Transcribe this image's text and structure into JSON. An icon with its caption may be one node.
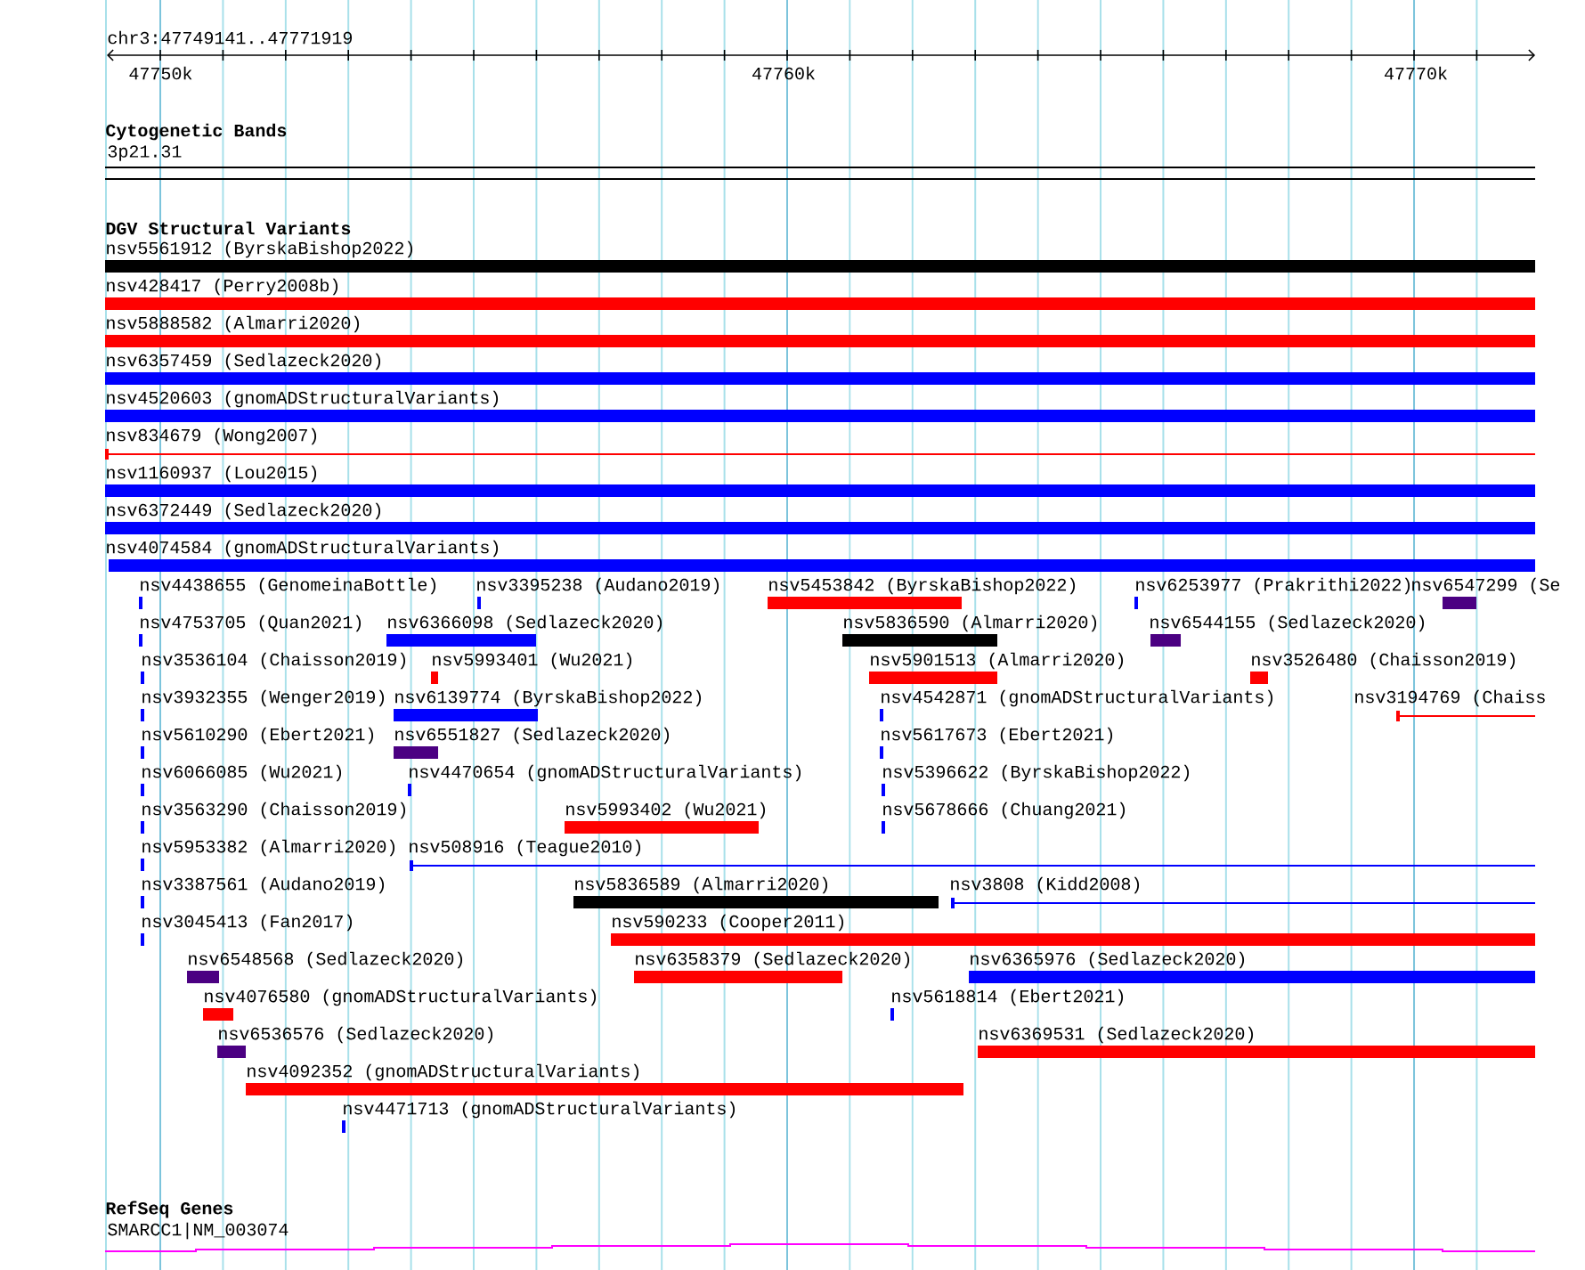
{
  "diagram": {
    "labels": [
      "chr3:47749141..47771919",
      "47750k",
      "47760k",
      "47770k",
      "Cytogenetic Bands",
      "3p21.31",
      "DGV Structural Variants",
      "nsv5561912 (ByrskaBishop2022)",
      "nsv428417 (Perry2008b)",
      "nsv5888582 (Almarri2020)",
      "nsv6357459 (Sedlazeck2020)",
      "nsv4520603 (gnomADStructuralVariants)",
      "nsv834679 (Wong2007)",
      "nsv1160937 (Lou2015)",
      "nsv6372449 (Sedlazeck2020)",
      "nsv4074584 (gnomADStructuralVariants)",
      "nsv4438655 (GenomeinaBottle)",
      "nsv3395238 (Audano2019)",
      "nsv5453842 (ByrskaBishop2022)",
      "nsv6253977 (Prakrithi2022)",
      "nsv6547299 (Se",
      "nsv4753705 (Quan2021)",
      "nsv6366098 (Sedlazeck2020)",
      "nsv5836590 (Almarri2020)",
      "nsv6544155 (Sedlazeck2020)",
      "nsv3536104 (Chaisson2019)",
      "nsv5993401 (Wu2021)",
      "nsv5901513 (Almarri2020)",
      "nsv3526480 (Chaisson2019)",
      "nsv3932355 (Wenger2019)",
      "nsv6139774 (ByrskaBishop2022)",
      "nsv4542871 (gnomADStructuralVariants)",
      "nsv3194769 (Chaiss",
      "nsv5610290 (Ebert2021)",
      "nsv6551827 (Sedlazeck2020)",
      "nsv5617673 (Ebert2021)",
      "nsv6066085 (Wu2021)",
      "nsv4470654 (gnomADStructuralVariants)",
      "nsv5396622 (ByrskaBishop2022)",
      "nsv3563290 (Chaisson2019)",
      "nsv5993402 (Wu2021)",
      "nsv5678666 (Chuang2021)",
      "nsv5953382 (Almarri2020)",
      "nsv508916 (Teague2010)",
      "nsv3387561 (Audano2019)",
      "nsv5836589 (Almarri2020)",
      "nsv3808 (Kidd2008)",
      "nsv3045413 (Fan2017)",
      "nsv590233 (Cooper2011)",
      "nsv6548568 (Sedlazeck2020)",
      "nsv6358379 (Sedlazeck2020)",
      "nsv6365976 (Sedlazeck2020)",
      "nsv4076580 (gnomADStructuralVariants)",
      "nsv5618814 (Ebert2021)",
      "nsv6536576 (Sedlazeck2020)",
      "nsv6369531 (Sedlazeck2020)",
      "nsv4092352 (gnomADStructuralVariants)",
      "nsv4471713 (gnomADStructuralVariants)",
      "RefSeq Genes",
      "SMARCC1|NM_003074"
    ]
  }
}
